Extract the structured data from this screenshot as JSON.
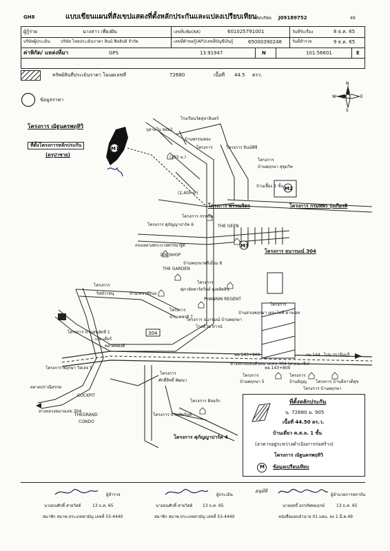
{
  "header": {
    "form_code": "GH8",
    "title": "แบบเขียนแผนที่สังเขปแสดงที่ตั้งหลักประกันและแปลงเปรียบเทียบ",
    "file_no_label": "รหัสบริษัท",
    "file_no": "J09189752",
    "page_no": "49"
  },
  "info": {
    "borrower_label": "ผู้กู้ร่าย",
    "borrower_value": "นางสาว เพียงฝัน",
    "appraiser_company_label": "บริษัทผู้ประเมิน",
    "appraiser_company_value": "บริษัท ไทยประเมินราคา ลินน์ ฟิลลิปส์ จำกัด",
    "appraiser_id_label": "เลขที่แฟ้ม(AA)",
    "appraiser_id_value": "601025791001",
    "survey_date_label": "วันที่รับเรื่อง",
    "survey_date_value": "8 ธ.ค. 65",
    "ref_no_label": "เลขที่คำขอกู้(AP)/เลขที่บัญชีเงินกู้",
    "ref_no_value": "65000390248",
    "inspect_date_label": "วันที่สำรวจ",
    "inspect_date_value": "9 ธ.ค. 65",
    "coord_label": "ค่าพิกัด/ แหล่งที่มา",
    "coord_source": "GPS",
    "lat_value": "13.91947",
    "lat_axis": "N",
    "lon_value": "101.56601",
    "lon_axis": "E"
  },
  "property": {
    "legend_label": "ทรัพย์สินที่ประเมินราคา โฉนดเลขที่",
    "deed_no": "72680",
    "area_label": "เนื้อที่",
    "area_value": "44.5",
    "area_unit": "ตรว.",
    "compare_label": "ข้อมูลราคา"
  },
  "compass": {
    "n": "N",
    "s": "S",
    "e": "E",
    "w": "W"
  },
  "map": {
    "project_title": "โครงการ ณัฐนครพฤทิวิ",
    "subject_label_1": "ที่ตั้งโครงการหลักประกัน",
    "subject_label_2": "(ดรุปาชาย)",
    "m1": "M1",
    "m2": "M2",
    "m3": "M3",
    "dist_255": "(255 ม.)",
    "dist_2400": "(2,400 ม.)",
    "labels": [
      "โรงเรียนวัดสุขาอินทร์",
      "บุลาอโน ซอย2",
      "บ้านพรรณทอง",
      "โครงการ",
      "โครงการ อินน์พีซี",
      "โครงการ",
      "บ้านพฤกษา สุขุมวิท",
      "บ้านเอื้อง 1 ชั้น",
      "โครงการ กรมพพร รุ่งเกียรติ",
      "โครงการ พรรณจิตร",
      "โครงการ กรรเกด",
      "โครงการ ศุภัญญาปาร์ค 6",
      "THE GEEN",
      "ถนนหลวงพระบางพรรณาฐิติ",
      "โครงการ ธนารมณ์ 304",
      "108 SHOP",
      "THE GARDEN",
      "บ้านพฤกษาพรีเมี่ยม 8",
      "โครงการ",
      "ริสท์วาทนุ",
      "บ้านเพชรสิรินย",
      "โครงการ",
      "ศุภาลัยพาร์ควิลล์ ทูเพลิตสิน",
      "PHANNIN REGENT",
      "โครงการ",
      "บ้านเพชรสิ 7",
      "โครงการ ธนารมณ์ บ้านพฤกษา",
      "โกลด์วัน ทาวน์",
      "โครงการ",
      "บ้านสวนพฤกษา เดอะไลฟ์ ตาลเฮท",
      "โครงการ บ้านสนอัดที 1",
      "เลอ เคียร์",
      "ตลาดทองดี",
      "ทล.143+900",
      "ทางหลวงแผ่นดินหมายเลข 304 (สายฉะเชิง)",
      "กม.144",
      "ไปจ.ปราจีนบุรี",
      "โครงการ พฤกษา วิลเลจ 5",
      "ทล.143+800",
      "โครงการ",
      "บ้านพฤกษา 5",
      "โครงการ",
      "บ้านอัญญ",
      "โครงการ บ้านลีลาวดีสุข",
      "โครงการ บ้านพฤกษา",
      "โครงการ",
      "ศักดิ์สิทธิ์ พัฒนา",
      "ตลาดปราณีสรกต",
      "COCKPIT",
      "THEGRAND",
      "CONDO",
      "โครงการ ติลอร์ก",
      "โครงการ บ้านพัชรันท์",
      "โครงการ ศุภัญญาปาร์ค 4",
      "ทางหลวงหมายเลข 304",
      "304"
    ]
  },
  "legend_box": {
    "title": "ที่ตั้งหลักประกัน",
    "deed_line": "น. 72680 ฉ. 905",
    "area_line": "เนื้อที่ 44.50 ตร.ว.",
    "building_line": "บ้านเดี่ยว ค.ส.ล. 1 ชั้น",
    "status_line": "(อาคารอยู่ระหว่างดำเนินการก่อสร้าง)",
    "project_line": "โครงการ ณัฐนครพฤทิวิ",
    "m_marker": "M",
    "compare_line": "ข้อมูลเปรียบเทียบ"
  },
  "signatures": {
    "inspector_role": "ผู้สำรวจ",
    "inspector_name": "นายธนศักดิ์ สายวิสด์",
    "inspector_date": "13 ธ.ค. 65",
    "inspector_license": "สมาชิก สมาพ.ประเภทสามัญ เลขที่ 53-4440",
    "appraiser_role": "ผู้ประเมิน",
    "appraiser_name": "นายธนศักดิ์ สายวิสด์",
    "appraiser_date": "13 ธ.ค. 65",
    "appraiser_license": "สมาชิก สมาพ.ประเภทสามัญ เลขที่ 53-4440",
    "approver_handwriting": "อนุมัติ",
    "approver_role": "ผู้อำนวยการสถาบัน",
    "approver_name": "นายฤทธิ์ อรรถัพทมฤกษ์",
    "approver_date": "13 ธ.ค. 65",
    "approver_license": "หนังสือมอบอำนาจ 01 แผน. ลง 1 มี.ค.49"
  }
}
